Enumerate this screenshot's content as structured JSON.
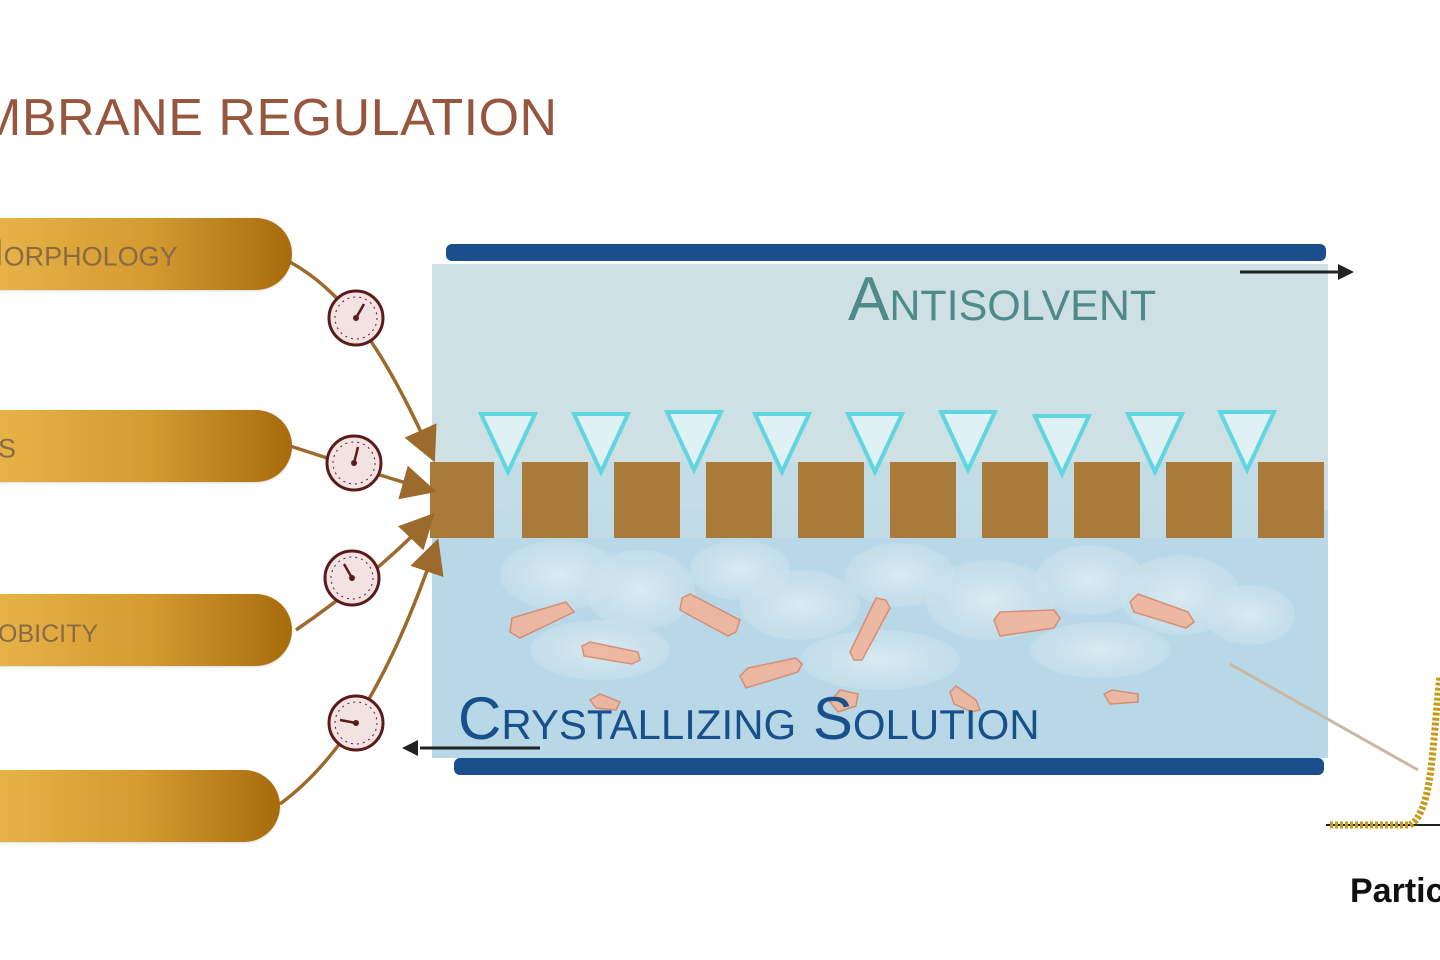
{
  "title": "Membrane Regulation",
  "title_visible": "MBRANE REGULATION",
  "parameters": [
    {
      "label": "Morphology"
    },
    {
      "label": "s"
    },
    {
      "label": "obicity"
    },
    {
      "label": ""
    }
  ],
  "chamber": {
    "top_label": "Antisolvent",
    "bottom_label": "Crystallizing Solution"
  },
  "side_plot": {
    "xlabel": "Partic"
  },
  "colors": {
    "title": "#97573f",
    "pill_light": "#e9b54a",
    "pill_dark": "#a86b0c",
    "membrane": "#a97a3a",
    "plate": "#1a4f8c",
    "antisolvent_bg": "#cfe0e4",
    "solution_bg": "#b8d8e8",
    "nozzle": "#5fd6e0",
    "crystal": "#f0b49a",
    "arrow": "#9c6a2c"
  },
  "icons": [
    "gauge-icon",
    "arrow-right-icon",
    "arrow-left-icon"
  ]
}
